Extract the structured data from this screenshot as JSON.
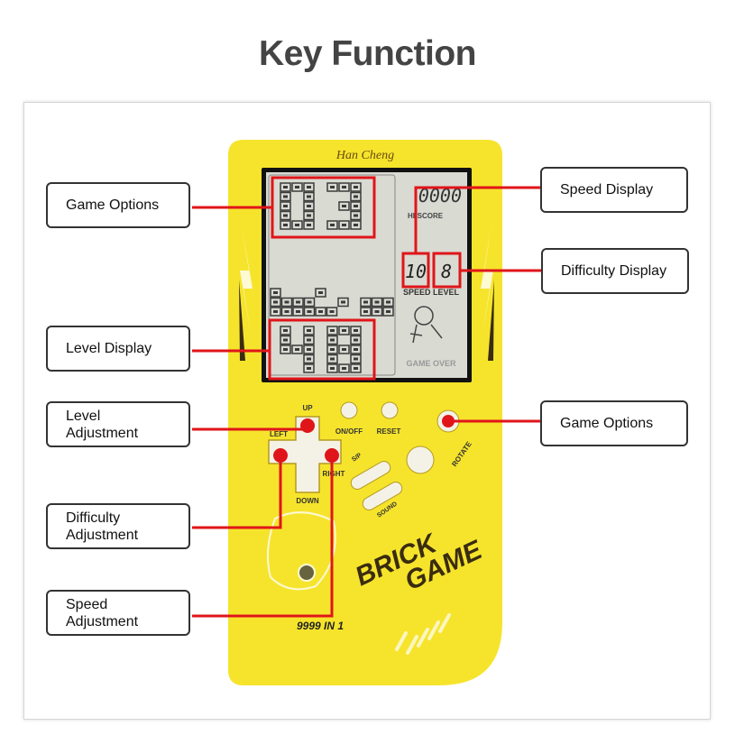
{
  "title": "Key Function",
  "labels": {
    "game_options_left": "Game Options",
    "level_display": "Level Display",
    "level_adjustment_1": "Level",
    "level_adjustment_2": "Adjustment",
    "difficulty_adjustment_1": "Difficulty",
    "difficulty_adjustment_2": "Adjustment",
    "speed_adjustment_1": "Speed",
    "speed_adjustment_2": "Adjustment",
    "speed_display": "Speed Display",
    "difficulty_display": "Difficulty Display",
    "game_options_right": "Game Options"
  },
  "device": {
    "brand": "Han Cheng",
    "game_option_value": "03",
    "level_value": "48",
    "score": "0000",
    "hiscore": "HI-SCORE",
    "speed_value": "10",
    "level_digit": "8",
    "speed_level": "SPEED LEVEL",
    "game_over": "GAME OVER",
    "buttons": {
      "up": "UP",
      "left": "LEFT",
      "right": "RIGHT",
      "down": "DOWN",
      "onoff": "ON/OFF",
      "reset": "RESET",
      "sp": "S/P",
      "sound": "SOUND",
      "rotate": "ROTATE"
    },
    "logo_1": "BRICK",
    "logo_2": "GAME",
    "model": "9999 IN 1"
  },
  "colors": {
    "body": "#f6e42c",
    "lcd": "#d9dad2",
    "accent": "#e0151a",
    "brick": "#3a3a3a"
  }
}
